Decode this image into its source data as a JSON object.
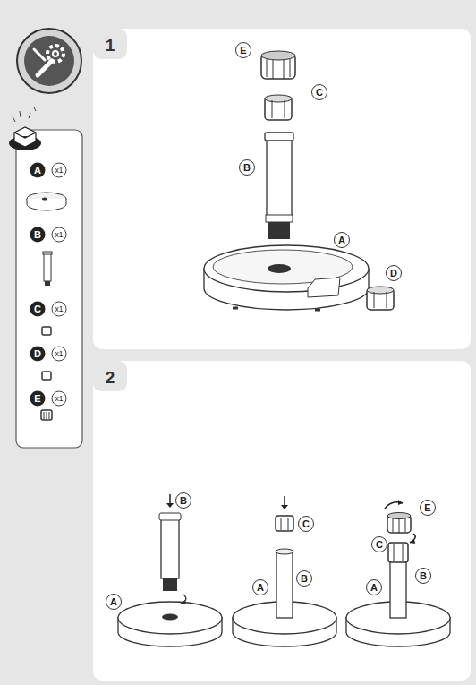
{
  "diagram": {
    "labels": [
      "A",
      "x1",
      "B",
      "x1",
      "C",
      "x1",
      "D",
      "x1",
      "E",
      "x1",
      "1",
      "E",
      "C",
      "B",
      "A",
      "D",
      "2",
      "B",
      "A",
      "C",
      "A",
      "B",
      "E",
      "C",
      "A",
      "B"
    ]
  }
}
